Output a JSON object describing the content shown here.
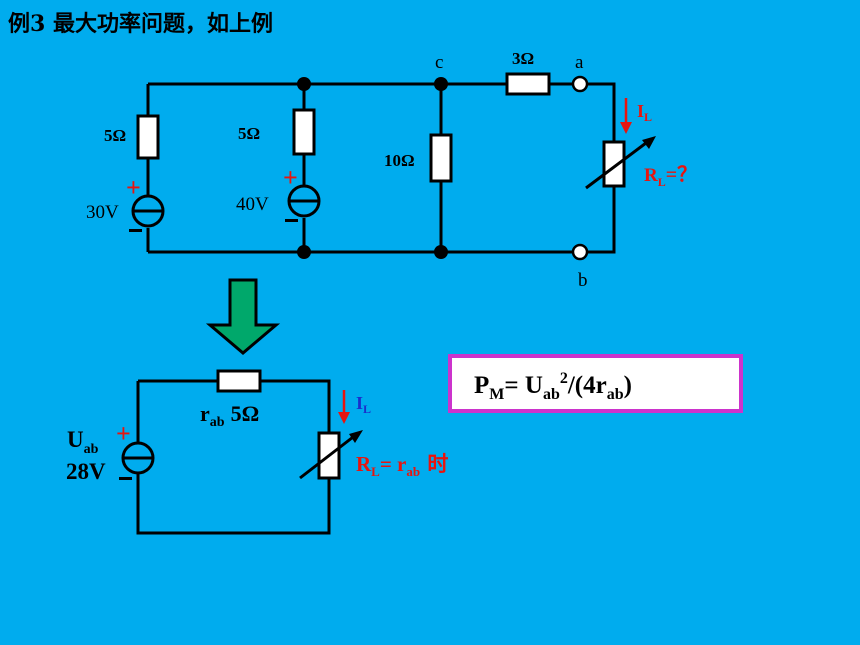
{
  "title": "例3  最大功率问题，如上例",
  "circuit1": {
    "r1": "5Ω",
    "r2": "5Ω",
    "r3": "10Ω",
    "r4": "3Ω",
    "v1": "30V",
    "v2": "40V",
    "node_c": "c",
    "node_a": "a",
    "node_b": "b",
    "plus": "+",
    "minus": "−",
    "il_main": "I",
    "il_sub": "L",
    "rl_main": "R",
    "rl_sub": "L",
    "rl_suffix": "=？"
  },
  "circuit2": {
    "uab_main": "U",
    "uab_sub": "ab",
    "voltage": "28V",
    "rab_main": "r",
    "rab_sub": "ab",
    "rab_value": "5Ω",
    "il_main": "I",
    "il_sub": "L",
    "cond_r": "R",
    "cond_l": "L",
    "cond_eq": "= r",
    "cond_ab": "ab",
    "cond_when": " 时",
    "plus": "+",
    "minus": "−"
  },
  "formula": {
    "p": "P",
    "m": "M",
    "eq": "= U",
    "ab1": "ab",
    "sq": "2",
    "rest": "/(4r",
    "ab2": "ab",
    "close": ")"
  },
  "colors": {
    "background": "#00ACEE",
    "red": "#E8140E",
    "box": "#CC33CC",
    "arrow": "#00A86B",
    "blue": "#1A2ECC"
  }
}
